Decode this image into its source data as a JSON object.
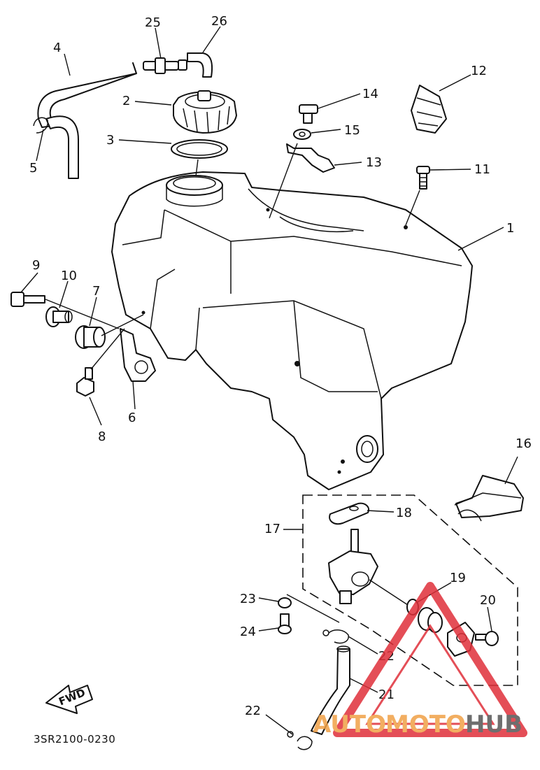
{
  "callouts": [
    "1",
    "2",
    "3",
    "4",
    "5",
    "6",
    "7",
    "8",
    "9",
    "10",
    "11",
    "12",
    "13",
    "14",
    "15",
    "16",
    "17",
    "18",
    "19",
    "20",
    "21",
    "22",
    "22",
    "23",
    "24",
    "25",
    "26"
  ],
  "diagram_code": "3SR2100-0230",
  "fwd_label": "FWD",
  "watermark": {
    "part1": "AUTO",
    "part2": "MOTO",
    "part3": "HUB",
    "colors": {
      "accent": "#f0a046",
      "dark": "#555555",
      "triangle": "#e0303a"
    }
  }
}
